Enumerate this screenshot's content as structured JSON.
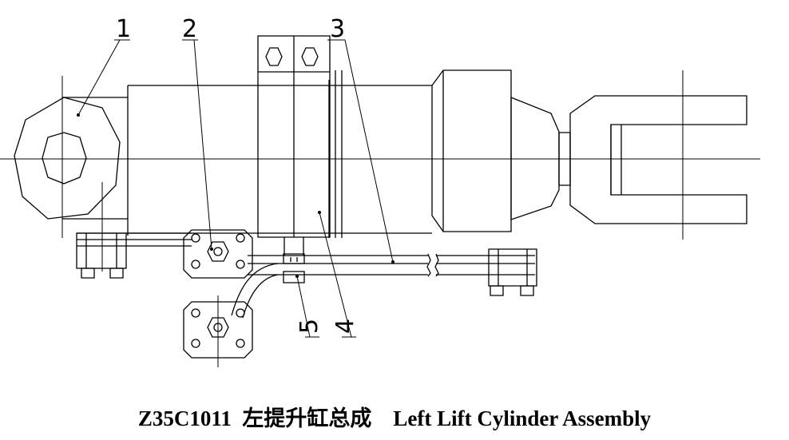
{
  "callouts": [
    "1",
    "2",
    "3",
    "4",
    "5"
  ],
  "caption": {
    "code": "Z35C1011",
    "chinese_title": "左提升缸总成",
    "english_title": "Left Lift Cylinder Assembly"
  },
  "colors": {
    "ink": "#000000",
    "paper": "#ffffff"
  }
}
